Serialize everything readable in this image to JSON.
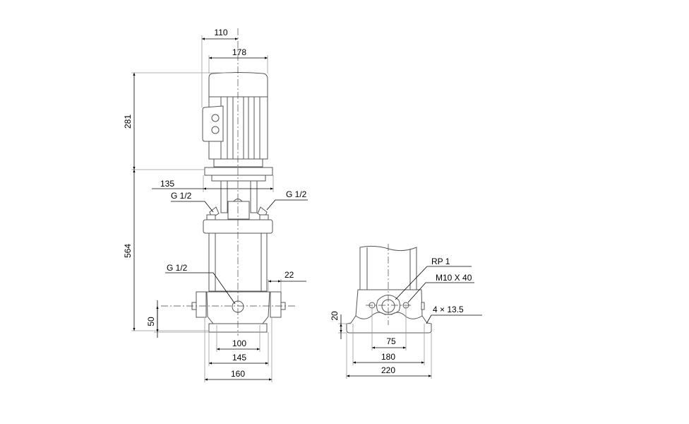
{
  "front_view": {
    "dimensions": {
      "motor_offset": "110",
      "motor_width": "178",
      "motor_height": "281",
      "pump_height": "564",
      "flange_width": "135",
      "port_height": "50",
      "base_inner": "100",
      "base_mid": "145",
      "base_outer": "160",
      "port_projection": "22"
    },
    "callouts": {
      "vent_left": "G 1/2",
      "vent_right": "G 1/2",
      "drain": "G 1/2"
    }
  },
  "side_view": {
    "dimensions": {
      "foot_height": "20",
      "bolt_spacing": "75",
      "hole_spacing": "180",
      "foot_width": "220"
    },
    "callouts": {
      "port_thread": "RP 1",
      "bolt": "M10 X 40",
      "holes": "4  ×  13.5"
    }
  }
}
